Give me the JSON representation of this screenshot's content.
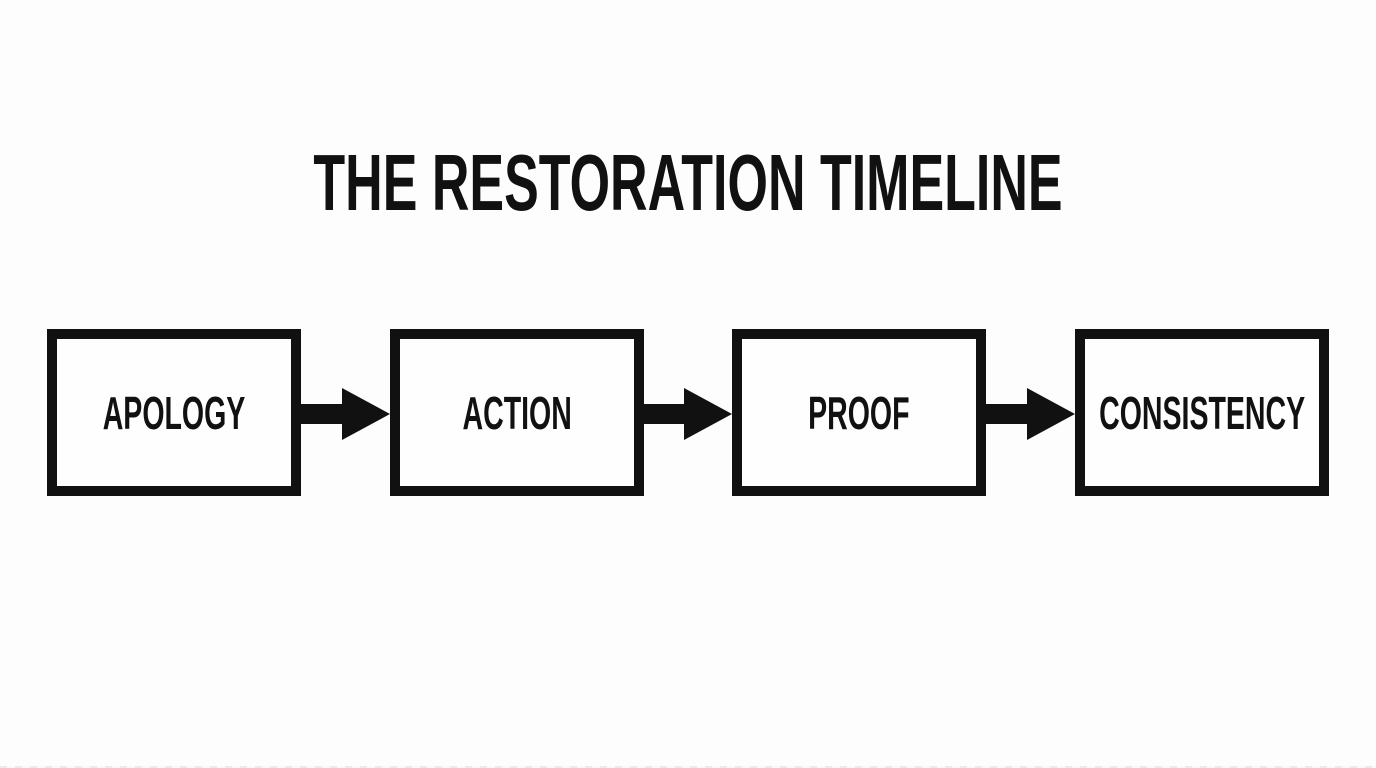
{
  "page": {
    "background_color": "#fdfdfd",
    "ink_color": "#111111"
  },
  "title": "THE RESTORATION TIMELINE",
  "flow": {
    "steps": [
      {
        "label": "APOLOGY"
      },
      {
        "label": "ACTION"
      },
      {
        "label": "PROOF"
      },
      {
        "label": "CONSISTENCY"
      }
    ],
    "connector_icon": "arrow-right"
  }
}
